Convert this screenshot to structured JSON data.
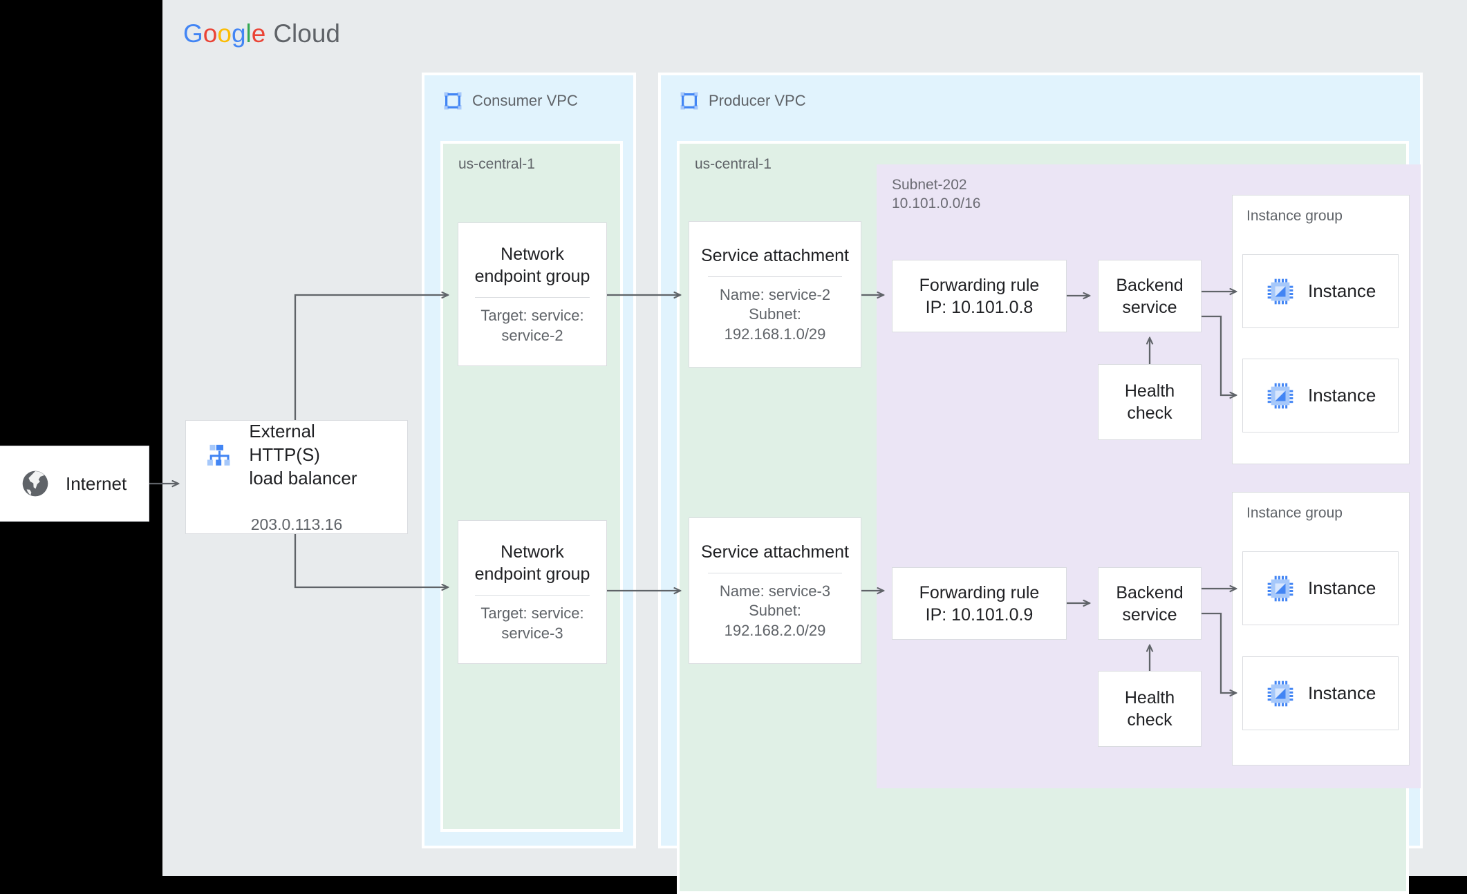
{
  "brand": {
    "google": [
      "G",
      "o",
      "o",
      "g",
      "l",
      "e"
    ],
    "cloud": "Cloud",
    "colors": {
      "blue": "#4285f4",
      "red": "#ea4335",
      "yellow": "#fbbc05",
      "green": "#34a853",
      "gray": "#5f6368"
    }
  },
  "canvas": {
    "background": "#e8ebed",
    "page_background": "#000000"
  },
  "internet": {
    "label": "Internet",
    "icon": "globe-icon"
  },
  "load_balancer": {
    "title_line1": "External HTTP(S)",
    "title_line2": "load balancer",
    "ip": "203.0.113.16",
    "icon": "load-balancer-icon"
  },
  "consumer_vpc": {
    "title": "Consumer VPC",
    "icon": "vpc-icon",
    "region": "us-central-1",
    "negs": [
      {
        "title_line1": "Network",
        "title_line2": "endpoint group",
        "sub": "Target: service:\nservice-2"
      },
      {
        "title_line1": "Network",
        "title_line2": "endpoint group",
        "sub": "Target: service:\nservice-3"
      }
    ]
  },
  "producer_vpc": {
    "title": "Producer VPC",
    "icon": "vpc-icon",
    "region": "us-central-1",
    "service_attachments": [
      {
        "title": "Service attachment",
        "sub": "Name: service-2\nSubnet:\n192.168.1.0/29"
      },
      {
        "title": "Service attachment",
        "sub": "Name: service-3\nSubnet:\n192.168.2.0/29"
      }
    ],
    "subnet": {
      "name": "Subnet-202",
      "cidr": "10.101.0.0/16"
    },
    "rows": [
      {
        "forwarding_rule_line1": "Forwarding rule",
        "forwarding_rule_line2": "IP: 10.101.0.8",
        "backend_line1": "Backend",
        "backend_line2": "service",
        "health_line1": "Health",
        "health_line2": "check",
        "instance_group_label": "Instance group",
        "instances": [
          "Instance",
          "Instance"
        ]
      },
      {
        "forwarding_rule_line1": "Forwarding rule",
        "forwarding_rule_line2": "IP: 10.101.0.9",
        "backend_line1": "Backend",
        "backend_line2": "service",
        "health_line1": "Health",
        "health_line2": "check",
        "instance_group_label": "Instance group",
        "instances": [
          "Instance",
          "Instance"
        ]
      }
    ]
  },
  "colors": {
    "vpc_fill": "#e1f3fd",
    "region_fill": "#e0f0e6",
    "subnet_fill": "#ebe5f5",
    "card_border": "#dadce0",
    "arrow": "#5f6368",
    "text_primary": "#202124",
    "text_secondary": "#5f6368",
    "icon_blue": "#4285f4",
    "icon_blue_light": "#a6c8fa"
  }
}
